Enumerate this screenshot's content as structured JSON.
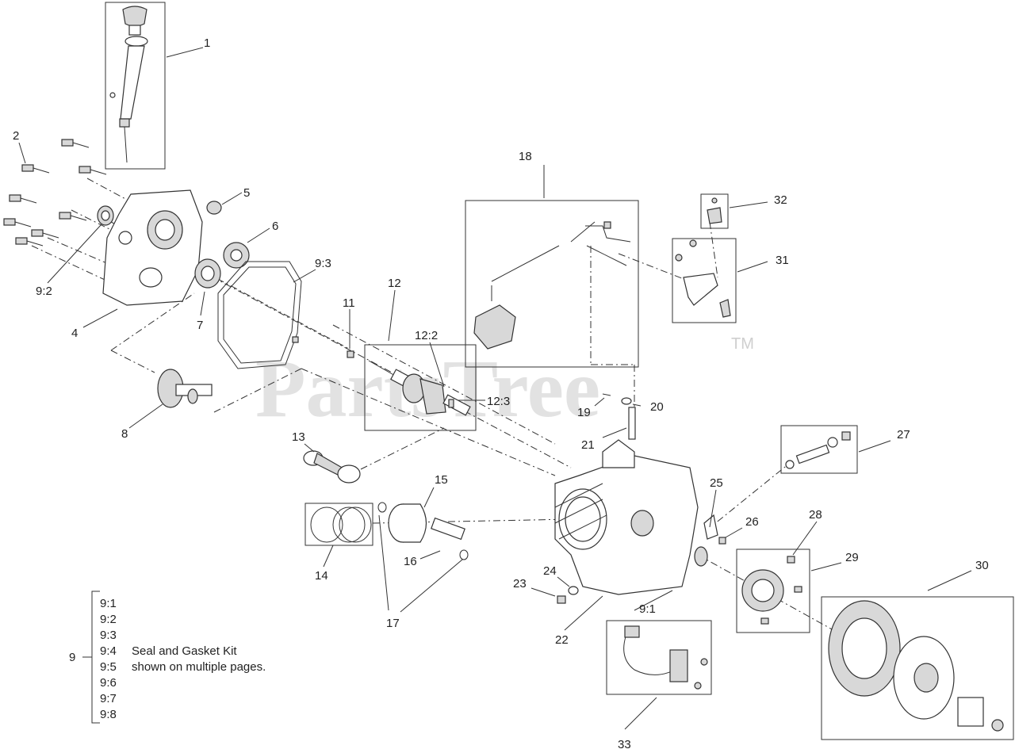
{
  "watermark": {
    "text": "PartsTree",
    "trademark": "TM"
  },
  "callouts": {
    "c1": "1",
    "c2": "2",
    "c4": "4",
    "c5": "5",
    "c6": "6",
    "c7": "7",
    "c8": "8",
    "c9_2": "9:2",
    "c9_3": "9:3",
    "c9_1": "9:1",
    "c11": "11",
    "c12": "12",
    "c12_2": "12:2",
    "c12_3": "12:3",
    "c13": "13",
    "c14": "14",
    "c15": "15",
    "c16": "16",
    "c17": "17",
    "c18": "18",
    "c19": "19",
    "c20": "20",
    "c21": "21",
    "c22": "22",
    "c23": "23",
    "c24": "24",
    "c25": "25",
    "c26": "26",
    "c27": "27",
    "c28": "28",
    "c29": "29",
    "c30": "30",
    "c31": "31",
    "c32": "32",
    "c33": "33"
  },
  "kit_legend": {
    "number": "9",
    "items": [
      "9:1",
      "9:2",
      "9:3",
      "9:4",
      "9:5",
      "9:6",
      "9:7",
      "9:8"
    ],
    "description_line1": "Seal and Gasket Kit",
    "description_line2": "shown on multiple pages."
  }
}
